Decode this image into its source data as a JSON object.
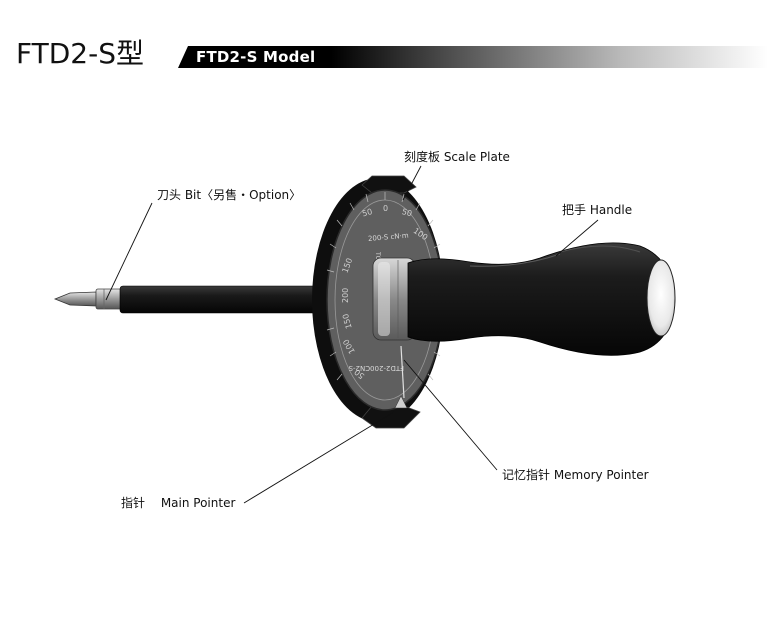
{
  "header": {
    "title": "FTD2-S型",
    "banner": "FTD2-S Model"
  },
  "callouts": {
    "scale_plate": "刻度板 Scale Plate",
    "bit": "刀头 Bit〈另售・Option〉",
    "handle": "把手 Handle",
    "memory_pointer": "记忆指针 Memory Pointer",
    "main_pointer": "指针　 Main Pointer"
  },
  "dial": {
    "scale_numbers": [
      "50",
      "0",
      "50",
      "100",
      "150",
      "200",
      "150",
      "100",
      "50"
    ],
    "model_mark": "200-S cN·m",
    "brand": "TOHNICHI",
    "engraving": "FTD2-200CN2-S"
  },
  "colors": {
    "banner_black": "#000000",
    "dial_face": "#5f5f5f",
    "tool_body": "#0f0f0f",
    "label_text": "#111111"
  }
}
